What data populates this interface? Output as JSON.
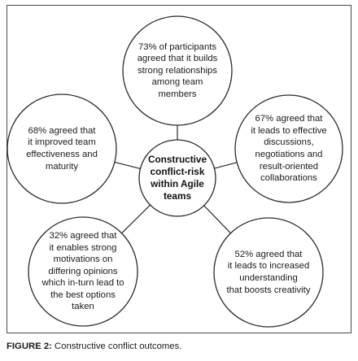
{
  "diagram": {
    "center": {
      "lines": [
        "Constructive",
        "conflict-risk",
        "within Agile",
        "teams"
      ]
    },
    "outcomes": [
      {
        "id": "top",
        "lines": [
          "73% of participants",
          "agreed that it builds",
          "strong relationships",
          "among team",
          "members"
        ]
      },
      {
        "id": "upper-left",
        "lines": [
          "68% agreed that",
          "it improved team",
          "effectiveness and",
          "maturity"
        ]
      },
      {
        "id": "upper-right",
        "lines": [
          "67% agreed that",
          "it leads to effective",
          "discussions,",
          "negotiations and",
          "result-oriented",
          "collaborations"
        ]
      },
      {
        "id": "lower-left",
        "lines": [
          "32% agreed that",
          "it enables strong",
          "motivations on",
          "differing opinions",
          "which in-turn lead to",
          "the best options",
          "taken"
        ]
      },
      {
        "id": "lower-right",
        "lines": [
          "52% agreed that",
          "it leads to increased",
          "understanding",
          "that boosts creativity"
        ]
      }
    ]
  },
  "caption": {
    "label": "FIGURE 2:",
    "text": " Constructive conflict outcomes."
  }
}
